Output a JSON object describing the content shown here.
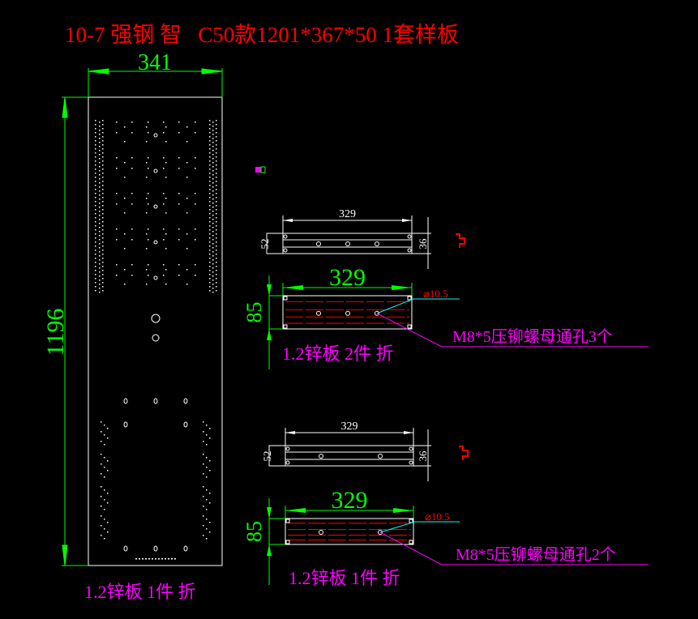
{
  "title": "10-7 强钢 智   C50款1201*367*50 1套样板",
  "main_panel": {
    "width_dim": "341",
    "height_dim": "1196",
    "label": "1.2锌板 1件 折"
  },
  "detail_a": {
    "top_dim": "329",
    "left_dim": "52",
    "right_dim": "36",
    "flat_dim": "329",
    "flat_height_dim": "85",
    "hole_dim": "⌀10.5",
    "note": "M8*5压铆螺母通孔3个",
    "label": "1.2锌板 2件 折"
  },
  "detail_b": {
    "top_dim": "329",
    "left_dim": "52",
    "right_dim": "36",
    "flat_dim": "329",
    "flat_height_dim": "85",
    "hole_dim": "⌀10.5",
    "note": "M8*5压铆螺母通孔2个",
    "label": "1.2锌板 1件 折"
  },
  "colors": {
    "background": "#000000",
    "title": "#ff0000",
    "dimension": "#00ff00",
    "outline": "#ffffff",
    "note": "#ff00ff",
    "leader": "#00ffff"
  }
}
